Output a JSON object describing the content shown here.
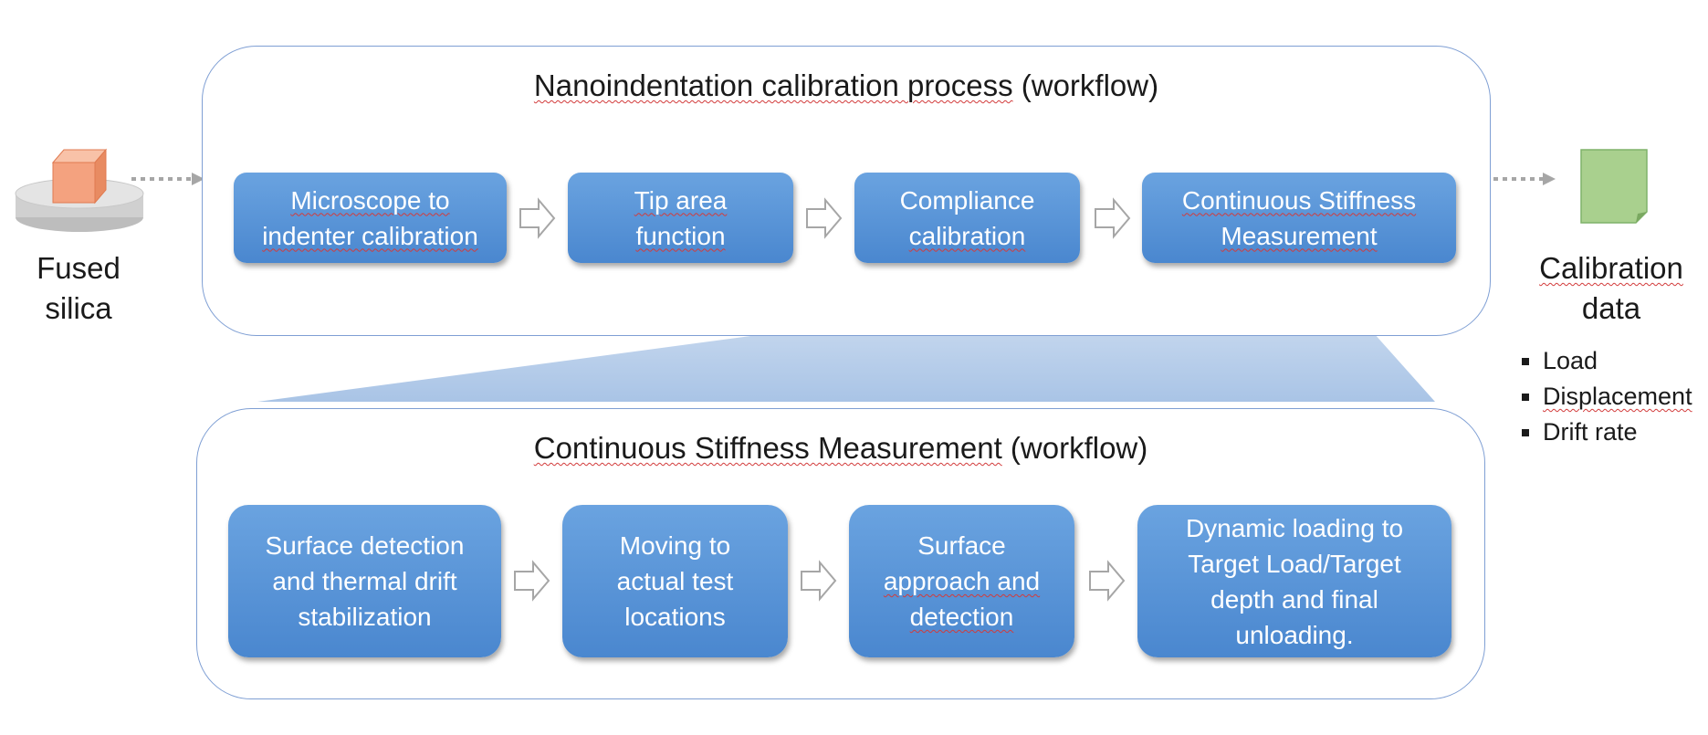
{
  "input": {
    "label": "Fused silica"
  },
  "output": {
    "label_line1": "Calibration",
    "label_line2": "data",
    "items": [
      "Load",
      "Displacement",
      "Drift rate"
    ]
  },
  "calibration_panel": {
    "title_main": "Nanoindentation calibration process",
    "title_suffix": " (workflow)",
    "steps": [
      {
        "line1": "Microscope to",
        "line2": "indenter calibration"
      },
      {
        "line1": "Tip area",
        "line2": "function"
      },
      {
        "line1": "Compliance",
        "line2": "calibration"
      },
      {
        "line1": "Continuous Stiffness",
        "line2": "Measurement"
      }
    ]
  },
  "csm_panel": {
    "title_main": "Continuous Stiffness Measurement",
    "title_suffix": " (workflow)",
    "steps": [
      {
        "lines": [
          "Surface detection",
          "and thermal drift",
          "stabilization"
        ]
      },
      {
        "lines": [
          "Moving to",
          "actual test",
          "locations"
        ]
      },
      {
        "lines": [
          "Surface",
          "approach and",
          "detection"
        ]
      },
      {
        "lines": [
          "Dynamic loading to",
          "Target Load/Target",
          "depth and final",
          "unloading."
        ]
      }
    ]
  },
  "colors": {
    "step_fill_top": "#6aa3e0",
    "step_fill_bottom": "#4a87cf",
    "panel_border": "#7f9fd4",
    "zoom_fill": "#b7cde9",
    "sample_cube": "#f4a27f",
    "data_doc": "#a9d08e",
    "connector_gray": "#a6a6a6"
  }
}
